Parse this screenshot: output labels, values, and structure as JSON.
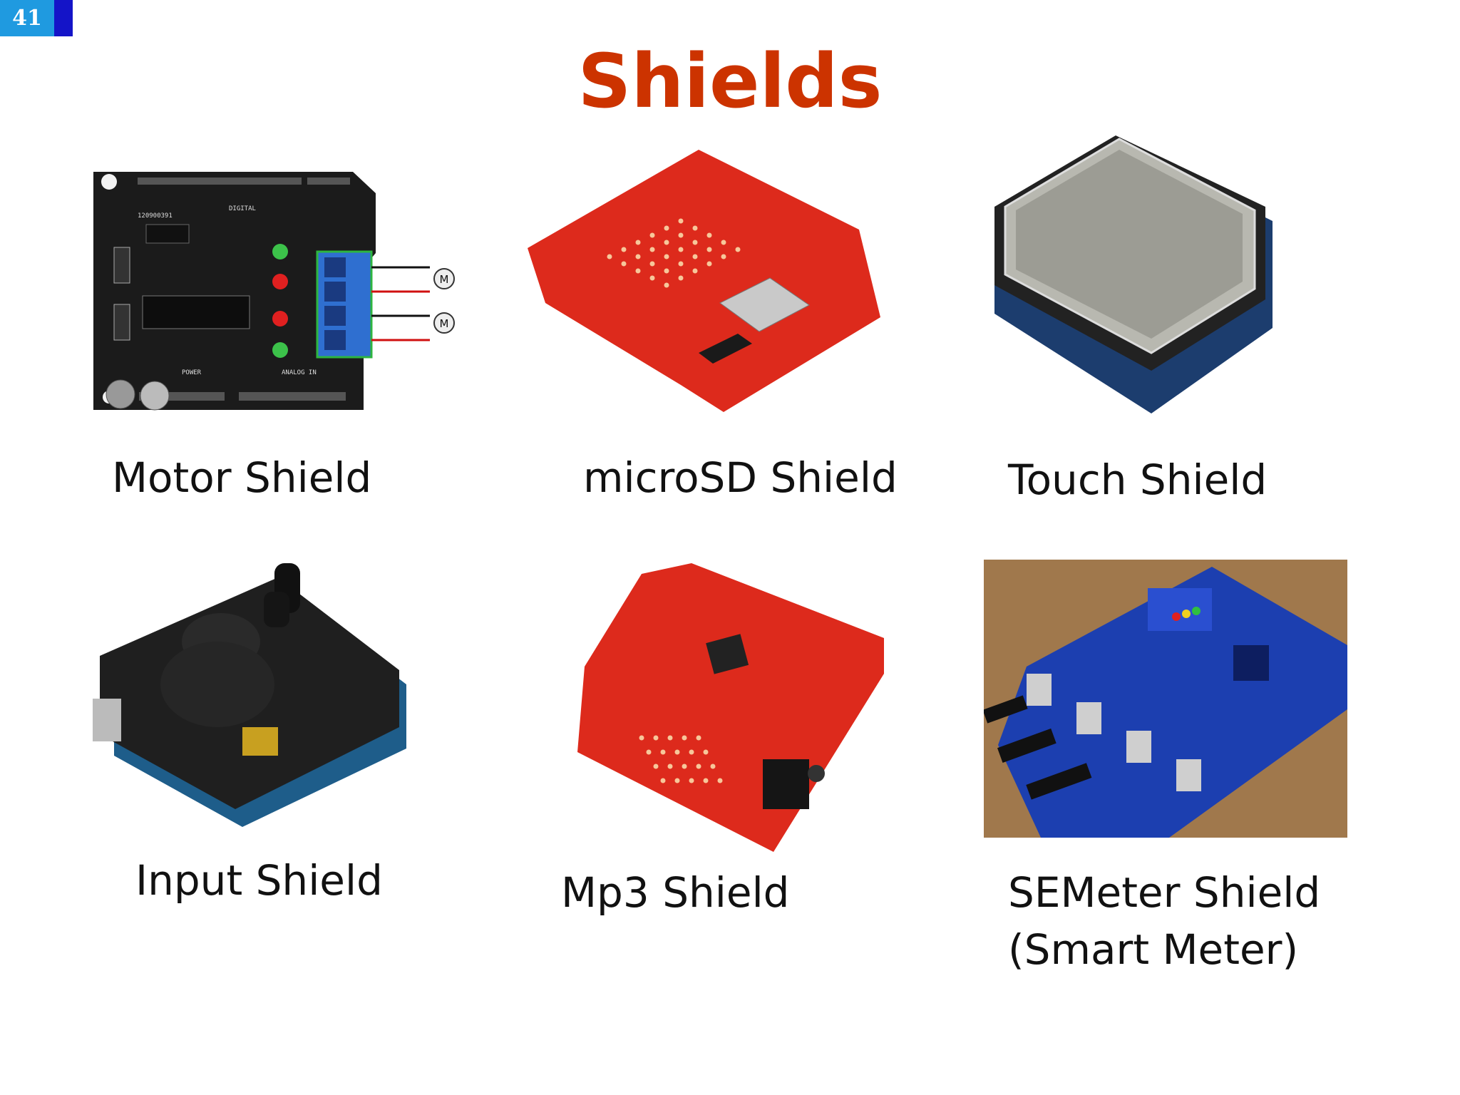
{
  "slide": {
    "number": "41",
    "title": "Shields"
  },
  "shields": [
    {
      "caption": "Motor Shield"
    },
    {
      "caption": "microSD Shield"
    },
    {
      "caption": "Touch Shield"
    },
    {
      "caption": "Input Shield"
    },
    {
      "caption": "Mp3 Shield"
    },
    {
      "caption": "SEMeter Shield",
      "caption_line2": "(Smart Meter)"
    }
  ],
  "colors": {
    "title": "#cc3300",
    "number_bg": "#1f9ae0",
    "number_bar": "#1414c8"
  }
}
